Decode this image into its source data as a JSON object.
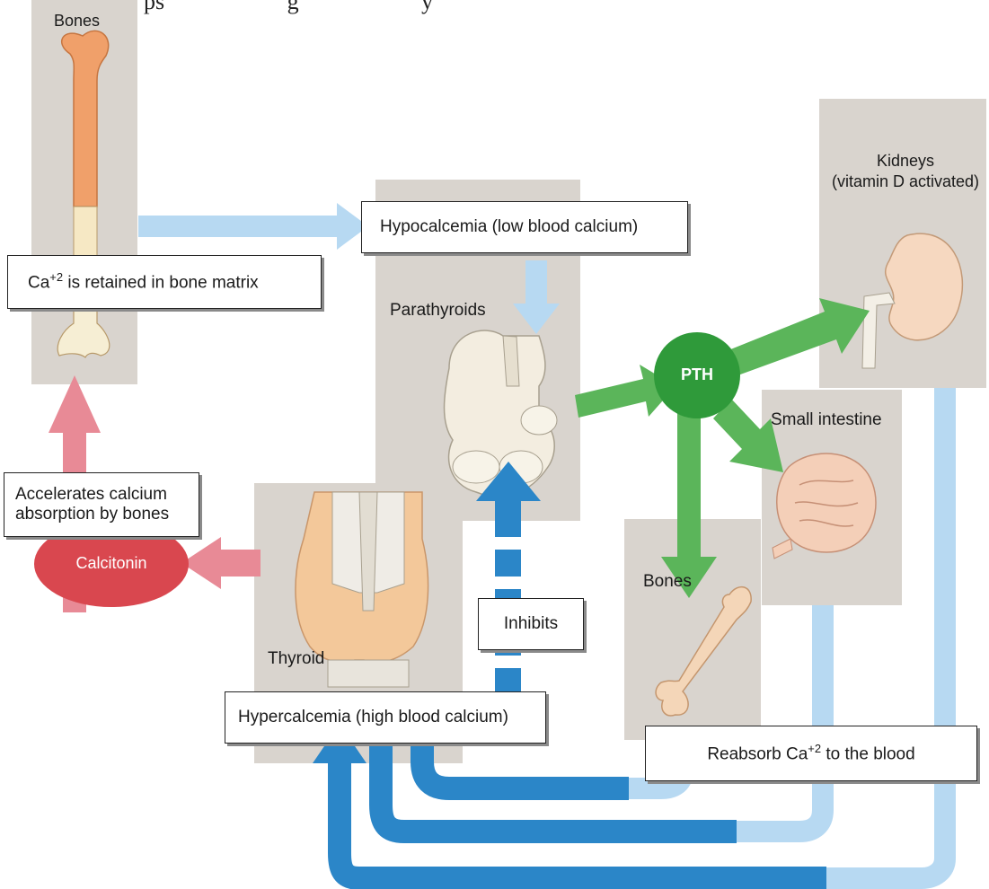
{
  "header": {
    "partial_text": "ps                     g                     y"
  },
  "organs": {
    "bones_top": "Bones",
    "kidneys_line1": "Kidneys",
    "kidneys_line2": "(vitamin D activated)",
    "parathyroids": "Parathyroids",
    "small_intestine": "Small intestine",
    "bones_bottom": "Bones",
    "thyroid": "Thyroid"
  },
  "nodes": {
    "pth": "PTH",
    "calcitonin": "Calcitonin"
  },
  "boxes": {
    "hypocalcemia": "Hypocalcemia (low blood calcium)",
    "retained_pre": "Ca",
    "retained_sup": "+2",
    "retained_post": " is retained in bone matrix",
    "accelerates_line1": "Accelerates calcium",
    "accelerates_line2": "absorption by bones",
    "inhibits": "Inhibits",
    "hypercalcemia": "Hypercalcemia (high blood calcium)",
    "reabsorb_pre": "Reabsorb Ca",
    "reabsorb_sup": "+2",
    "reabsorb_post": " to the blood"
  },
  "colors": {
    "panel": "#d9d4ce",
    "light_blue_arrow": "#b7d9f2",
    "dark_blue_arrow": "#2b86c8",
    "green_arrow": "#5bb55a",
    "pth_circle": "#2f9a3a",
    "pink_arrow": "#e88a96",
    "calcitonin_fill": "#d9474f",
    "bone_orange": "#f0a06a",
    "gland_cream": "#f3ede0",
    "thyroid_orange": "#f3c89a",
    "intestine_pink": "#f4cfb8"
  }
}
